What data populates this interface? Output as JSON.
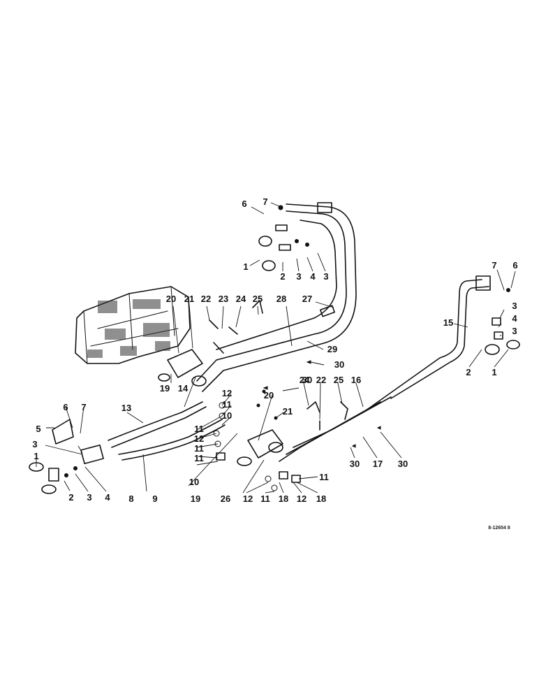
{
  "diagram": {
    "document_number": "8-12654 8",
    "callouts": [
      {
        "id": "c6a",
        "label": "6"
      },
      {
        "id": "c7a",
        "label": "7"
      },
      {
        "id": "c1a",
        "label": "1"
      },
      {
        "id": "c2a",
        "label": "2"
      },
      {
        "id": "c3a",
        "label": "3"
      },
      {
        "id": "c4a",
        "label": "4"
      },
      {
        "id": "c3b",
        "label": "3"
      },
      {
        "id": "c20a",
        "label": "20"
      },
      {
        "id": "c21a",
        "label": "21"
      },
      {
        "id": "c22a",
        "label": "22"
      },
      {
        "id": "c23",
        "label": "23"
      },
      {
        "id": "c24a",
        "label": "24"
      },
      {
        "id": "c25a",
        "label": "25"
      },
      {
        "id": "c28",
        "label": "28"
      },
      {
        "id": "c27",
        "label": "27"
      },
      {
        "id": "c29",
        "label": "29"
      },
      {
        "id": "c19a",
        "label": "19"
      },
      {
        "id": "c14",
        "label": "14"
      },
      {
        "id": "c30a",
        "label": "30"
      },
      {
        "id": "c30b",
        "label": "30"
      },
      {
        "id": "c7b",
        "label": "7"
      },
      {
        "id": "c6b",
        "label": "6"
      },
      {
        "id": "c3c",
        "label": "3"
      },
      {
        "id": "c4b",
        "label": "4"
      },
      {
        "id": "c3d",
        "label": "3"
      },
      {
        "id": "c15",
        "label": "15"
      },
      {
        "id": "c2b",
        "label": "2"
      },
      {
        "id": "c1b",
        "label": "1"
      },
      {
        "id": "c6c",
        "label": "6"
      },
      {
        "id": "c7c",
        "label": "7"
      },
      {
        "id": "c5",
        "label": "5"
      },
      {
        "id": "c13",
        "label": "13"
      },
      {
        "id": "c12a",
        "label": "12"
      },
      {
        "id": "c11a",
        "label": "11"
      },
      {
        "id": "c10a",
        "label": "10"
      },
      {
        "id": "c20b",
        "label": "20"
      },
      {
        "id": "c24b",
        "label": "24"
      },
      {
        "id": "c22b",
        "label": "22"
      },
      {
        "id": "c25b",
        "label": "25"
      },
      {
        "id": "c16",
        "label": "16"
      },
      {
        "id": "c21b",
        "label": "21"
      },
      {
        "id": "c3e",
        "label": "3"
      },
      {
        "id": "c11b",
        "label": "11"
      },
      {
        "id": "c12b",
        "label": "12"
      },
      {
        "id": "c11c",
        "label": "11"
      },
      {
        "id": "c11d",
        "label": "11"
      },
      {
        "id": "c10b",
        "label": "10"
      },
      {
        "id": "c1c",
        "label": "1"
      },
      {
        "id": "c2c",
        "label": "2"
      },
      {
        "id": "c3f",
        "label": "3"
      },
      {
        "id": "c4c",
        "label": "4"
      },
      {
        "id": "c8",
        "label": "8"
      },
      {
        "id": "c9",
        "label": "9"
      },
      {
        "id": "c19b",
        "label": "19"
      },
      {
        "id": "c26",
        "label": "26"
      },
      {
        "id": "c12c",
        "label": "12"
      },
      {
        "id": "c11e",
        "label": "11"
      },
      {
        "id": "c18a",
        "label": "18"
      },
      {
        "id": "c12d",
        "label": "12"
      },
      {
        "id": "c18b",
        "label": "18"
      },
      {
        "id": "c11f",
        "label": "11"
      },
      {
        "id": "c30c",
        "label": "30"
      },
      {
        "id": "c17",
        "label": "17"
      },
      {
        "id": "c30d",
        "label": "30"
      }
    ]
  }
}
